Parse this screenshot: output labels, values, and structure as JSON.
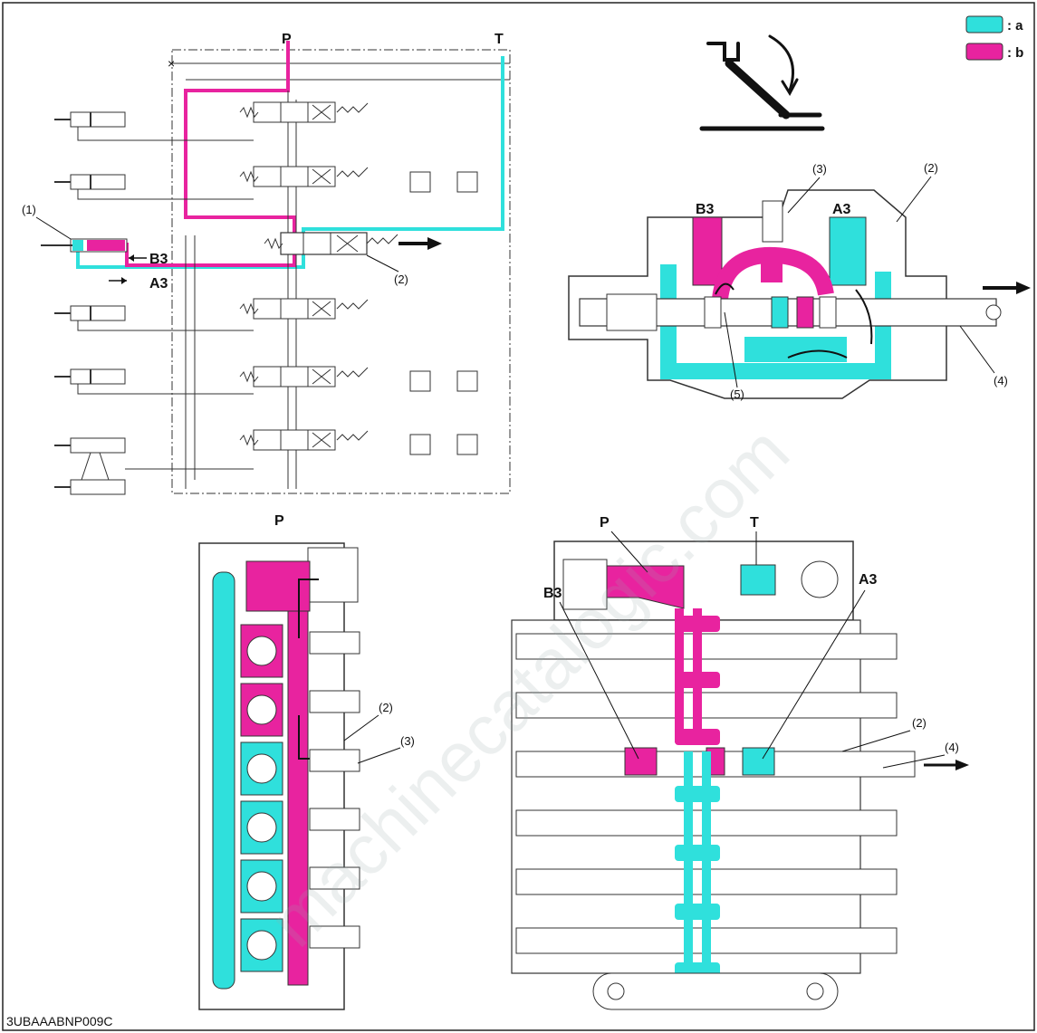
{
  "legend": {
    "a_label": ": a",
    "b_label": ": b",
    "a_color": "#2fe0dc",
    "b_color": "#e8239f"
  },
  "schematic": {
    "port_p": "P",
    "port_t": "T",
    "label_b3": "B3",
    "label_a3": "A3",
    "callout_1": "(1)",
    "callout_2": "(2)"
  },
  "section_view": {
    "label_b3": "B3",
    "label_a3": "A3",
    "callout_2": "(2)",
    "callout_3": "(3)",
    "callout_4": "(4)",
    "callout_5": "(5)"
  },
  "side_view": {
    "port_p": "P",
    "callout_2": "(2)",
    "callout_3": "(3)"
  },
  "top_view": {
    "port_p": "P",
    "port_t": "T",
    "label_b3": "B3",
    "label_a3": "A3",
    "callout_2": "(2)",
    "callout_4": "(4)"
  },
  "footer": {
    "figure_code": "3UBAAABNP009C"
  },
  "watermark": {
    "text": "machinecatalogic.com"
  },
  "icons": {
    "operation": "pedal-press-icon",
    "flow_arrow": "arrow-right-icon"
  }
}
